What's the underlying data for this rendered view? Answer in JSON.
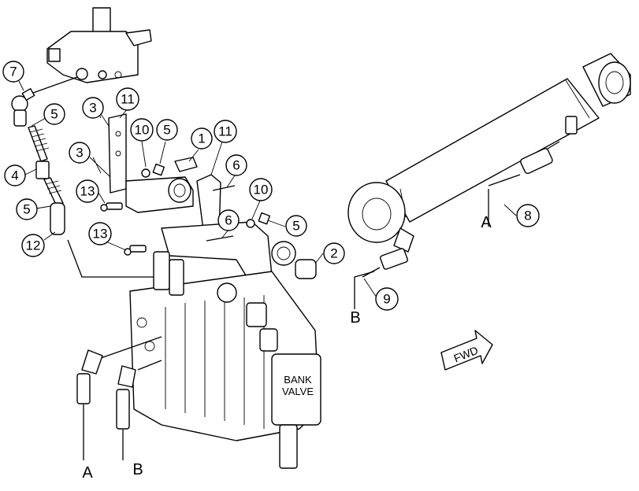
{
  "callouts": [
    "7",
    "5",
    "4",
    "5",
    "12",
    "3",
    "11",
    "3",
    "13",
    "10",
    "5",
    "1",
    "11",
    "6",
    "13",
    "6",
    "10",
    "5",
    "2",
    "8",
    "9"
  ],
  "connection_labels": [
    "A",
    "B",
    "A",
    "B"
  ],
  "bank_valve_label": [
    "BANK",
    "VALVE"
  ],
  "fwd_label": "FWD"
}
